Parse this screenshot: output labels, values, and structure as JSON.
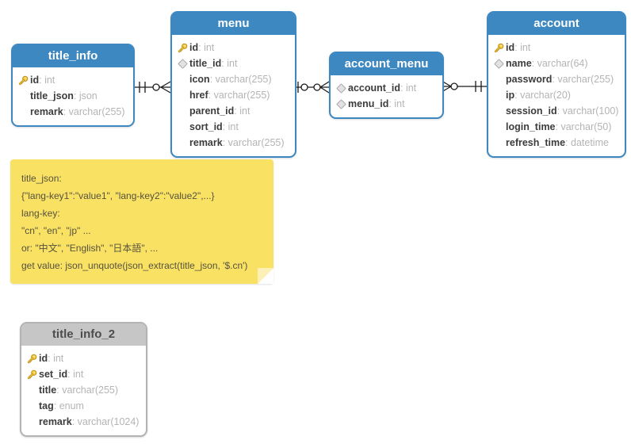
{
  "colors": {
    "entity_header_blue": "#3e88c1",
    "entity_header_gray": "#c6c6c6",
    "note_yellow": "#f9e163",
    "field_name_text": "#3c3c3c",
    "field_type_text": "#b4b4b4",
    "connector_line": "#1b1b1b",
    "key_icon_gold": "#f5ce3e"
  },
  "tables": [
    {
      "name": "title_info",
      "style": "blue",
      "fields": [
        {
          "icon": "primary-key",
          "name": "id",
          "type": "int"
        },
        {
          "icon": "none",
          "name": "title_json",
          "type": "json"
        },
        {
          "icon": "none",
          "name": "remark",
          "type": "varchar(255)"
        }
      ]
    },
    {
      "name": "menu",
      "style": "blue",
      "fields": [
        {
          "icon": "primary-key",
          "name": "id",
          "type": "int"
        },
        {
          "icon": "foreign-key",
          "name": "title_id",
          "type": "int"
        },
        {
          "icon": "none",
          "name": "icon",
          "type": "varchar(255)"
        },
        {
          "icon": "none",
          "name": "href",
          "type": "varchar(255)"
        },
        {
          "icon": "none",
          "name": "parent_id",
          "type": "int"
        },
        {
          "icon": "none",
          "name": "sort_id",
          "type": "int"
        },
        {
          "icon": "none",
          "name": "remark",
          "type": "varchar(255)"
        }
      ]
    },
    {
      "name": "account_menu",
      "style": "blue",
      "fields": [
        {
          "icon": "foreign-key",
          "name": "account_id",
          "type": "int"
        },
        {
          "icon": "foreign-key",
          "name": "menu_id",
          "type": "int"
        }
      ]
    },
    {
      "name": "account",
      "style": "blue",
      "fields": [
        {
          "icon": "primary-key",
          "name": "id",
          "type": "int"
        },
        {
          "icon": "foreign-key",
          "name": "name",
          "type": "varchar(64)"
        },
        {
          "icon": "none",
          "name": "password",
          "type": "varchar(255)"
        },
        {
          "icon": "none",
          "name": "ip",
          "type": "varchar(20)"
        },
        {
          "icon": "none",
          "name": "session_id",
          "type": "varchar(100)"
        },
        {
          "icon": "none",
          "name": "login_time",
          "type": "varchar(50)"
        },
        {
          "icon": "none",
          "name": "refresh_time",
          "type": "datetime"
        }
      ]
    },
    {
      "name": "title_info_2",
      "style": "gray",
      "fields": [
        {
          "icon": "primary-key",
          "name": "id",
          "type": "int"
        },
        {
          "icon": "primary-key",
          "name": "set_id",
          "type": "int"
        },
        {
          "icon": "none",
          "name": "title",
          "type": "varchar(255)"
        },
        {
          "icon": "none",
          "name": "tag",
          "type": "enum"
        },
        {
          "icon": "none",
          "name": "remark",
          "type": "varchar(1024)"
        }
      ]
    }
  ],
  "relationships": [
    {
      "from": "title_info",
      "from_cardinality": "one-exactly",
      "to": "menu",
      "to_cardinality": "zero-or-many"
    },
    {
      "from": "menu",
      "from_cardinality": "zero-or-one",
      "to": "account_menu",
      "to_cardinality": "zero-or-many"
    },
    {
      "from": "account_menu",
      "from_cardinality": "zero-or-many",
      "to": "account",
      "to_cardinality": "one-exactly"
    }
  ],
  "note": {
    "lines": [
      "title_json:",
      "{\"lang-key1\":\"value1\", \"lang-key2\":\"value2\",...}",
      "lang-key:",
      "\"cn\", \"en\", \"jp\" ...",
      "or: \"中文\", \"English\", \"日本語\", ...",
      "get value: json_unquote(json_extract(title_json, '$.cn')"
    ]
  }
}
